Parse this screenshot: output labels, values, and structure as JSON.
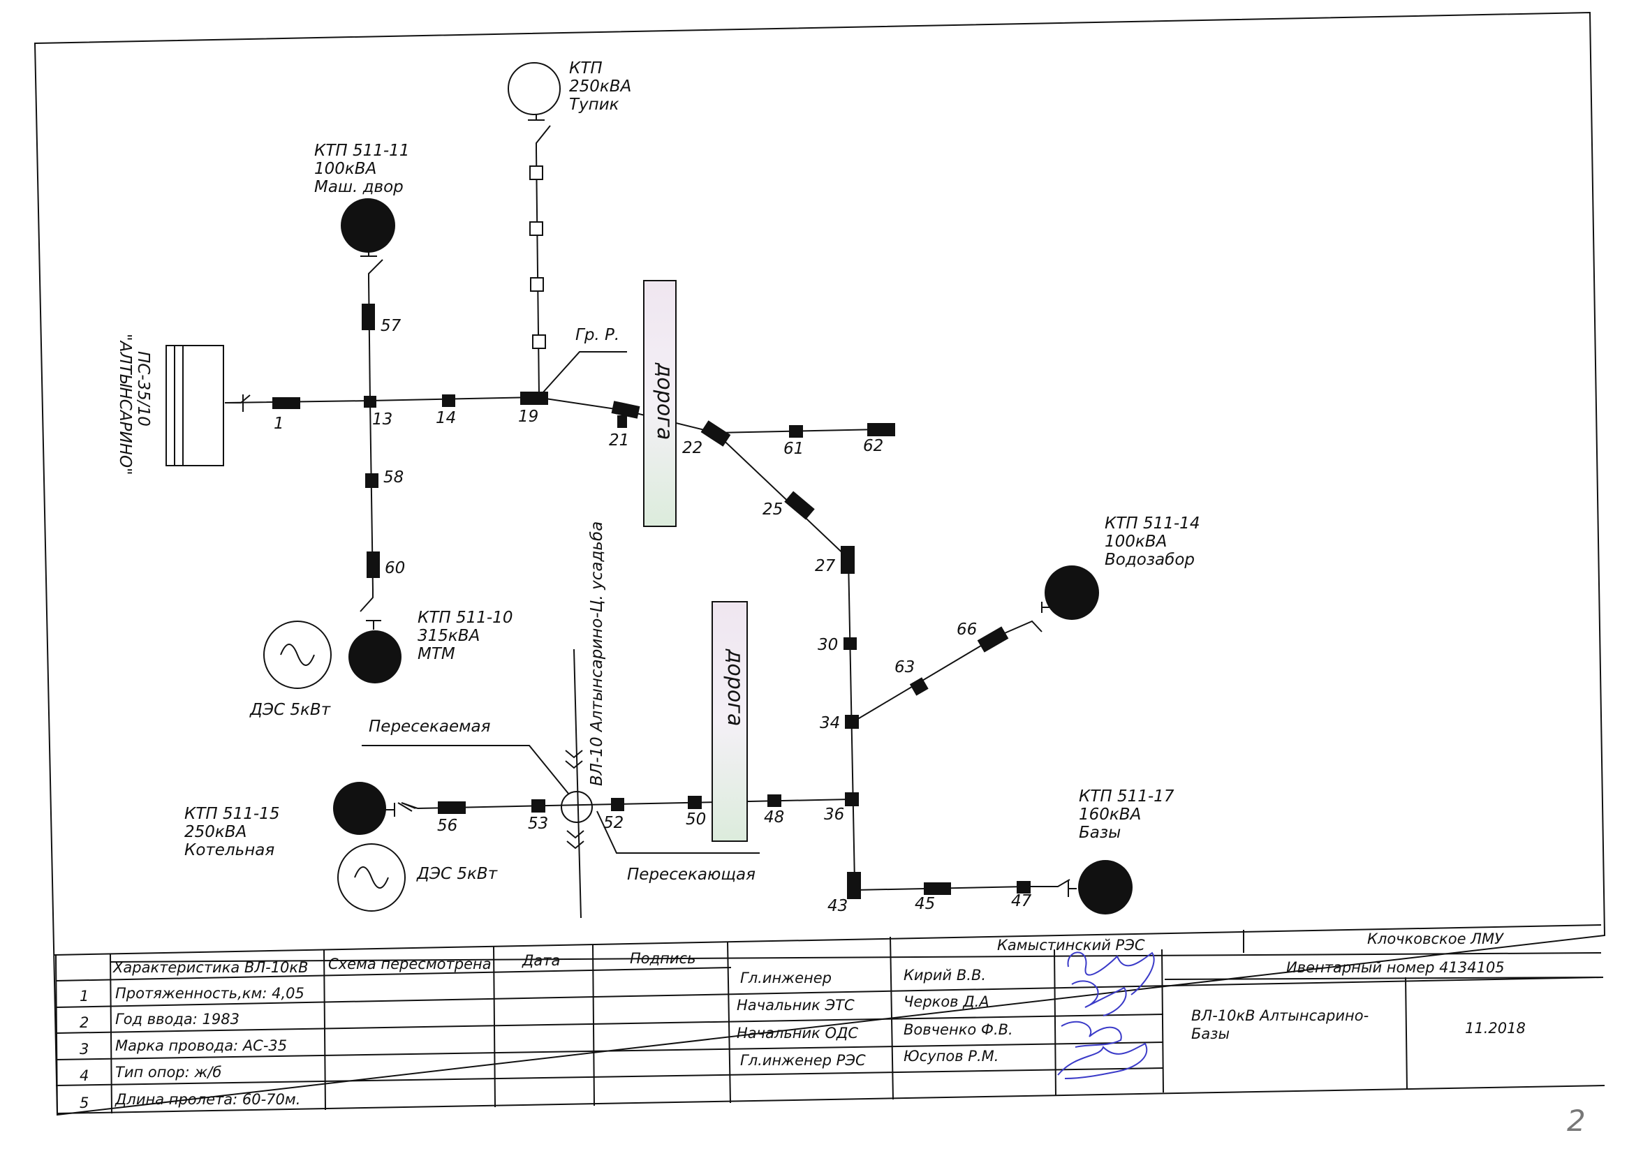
{
  "substation": {
    "label_line1": "ПС-35/10",
    "label_line2": "\"АЛТЫНСАРИНО\""
  },
  "ktp": [
    {
      "id": "tupik",
      "lines": [
        "КТП",
        "250кВА",
        "Тупик"
      ]
    },
    {
      "id": "k11",
      "lines": [
        "КТП 511-11",
        "100кВА",
        "Маш. двор"
      ]
    },
    {
      "id": "k10",
      "lines": [
        "КТП 511-10",
        "315кВА",
        "МТМ"
      ]
    },
    {
      "id": "k14",
      "lines": [
        "КТП 511-14",
        "100кВА",
        "Водозабор"
      ]
    },
    {
      "id": "k15",
      "lines": [
        "КТП 511-15",
        "250кВА",
        "Котельная"
      ]
    },
    {
      "id": "k17",
      "lines": [
        "КТП 511-17",
        "160кВА",
        "Базы"
      ]
    }
  ],
  "des": [
    {
      "label": "ДЭС 5кВт"
    },
    {
      "label": "ДЭС 5кВт"
    }
  ],
  "poles": [
    "1",
    "13",
    "14",
    "19",
    "21",
    "22",
    "61",
    "62",
    "25",
    "27",
    "30",
    "34",
    "63",
    "66",
    "36",
    "43",
    "45",
    "47",
    "48",
    "50",
    "52",
    "53",
    "56",
    "57",
    "58",
    "60"
  ],
  "labels": {
    "gr_r": "Гр. Р.",
    "road": "дорога",
    "crossing_line": "ВЛ-10 Алтынсарино-Ц. усадьба",
    "crossed": "Пересекаемая",
    "crossing": "Пересекающая"
  },
  "title_block": {
    "col_headers": [
      "Характеристика ВЛ-10кВ",
      "Схема пересмотрена",
      "Дата",
      "Подпись"
    ],
    "rows": [
      {
        "n": "1",
        "text": "Протяженность,км: 4,05"
      },
      {
        "n": "2",
        "text": "Год ввода: 1983"
      },
      {
        "n": "3",
        "text": "Марка провода: АС-35"
      },
      {
        "n": "4",
        "text": "Тип опор: ж/б"
      },
      {
        "n": "5",
        "text": "Длина пролета: 60-70м."
      }
    ],
    "org_res": "Камыстинский РЭС",
    "org_lmu": "Клочковское ЛМУ",
    "inventory": "Ивентарный номер 4134105",
    "positions": [
      "Гл.инженер",
      "Начальник ЭТС",
      "Начальник ОДС",
      "Гл.инженер РЭС"
    ],
    "names": [
      "Кирий В.В.",
      "Черков Д.А",
      "Вовченко Ф.В.",
      "Юсупов Р.М."
    ],
    "title_line1": "ВЛ-10кВ Алтынсарино-",
    "title_line2": "Базы",
    "date": "11.2018"
  },
  "sheet_number": "2",
  "colors": {
    "ink": "#111111",
    "signature": "#3a3ac8",
    "road_fill_top": "#efe8ef",
    "road_fill_bottom": "#dfeede"
  }
}
